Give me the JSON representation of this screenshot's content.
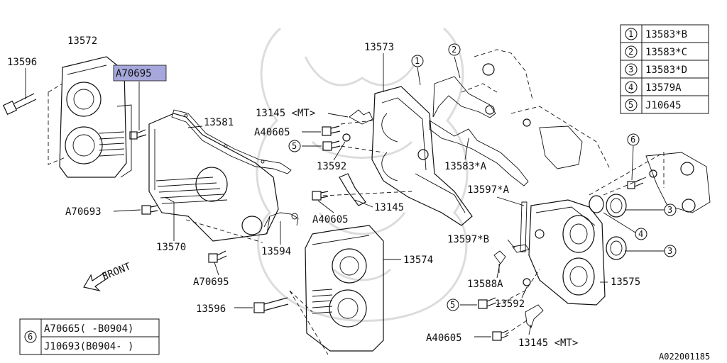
{
  "labels": {
    "p13596a": "13596",
    "p13572": "13572",
    "pA70695a": "A70695",
    "p13581": "13581",
    "p13573": "13573",
    "p13145a": "13145 <MT>",
    "pA40605a": "A40605",
    "p13592a": "13592",
    "p13583A": "13583*A",
    "p13597A": "13597*A",
    "p13145b": "13145",
    "pA40605b": "A40605",
    "pA70693": "A70693",
    "p13570": "13570",
    "p13594": "13594",
    "pA70695b": "A70695",
    "p13574": "13574",
    "p13597B": "13597*B",
    "p13588A": "13588A",
    "p13575": "13575",
    "p13596b": "13596",
    "p13592b": "13592",
    "pA40605c": "A40605",
    "p13145c": "13145 <MT>",
    "front": "FRONT",
    "refcode": "A022001185"
  },
  "callouts": {
    "c1": "1",
    "c2": "2",
    "c3a": "3",
    "c3b": "3",
    "c4": "4",
    "c5a": "5",
    "c5b": "5",
    "c6": "6"
  },
  "legend_top": [
    {
      "num": "1",
      "part": "13583*B"
    },
    {
      "num": "2",
      "part": "13583*C"
    },
    {
      "num": "3",
      "part": "13583*D"
    },
    {
      "num": "4",
      "part": "13579A"
    },
    {
      "num": "5",
      "part": "J10645"
    }
  ],
  "legend_bottom": {
    "num": "6",
    "rows": [
      "A70665( -B0904)",
      "J10693(B0904- )"
    ]
  },
  "colors": {
    "highlight_fill": "#a6a8dc",
    "line": "#111111",
    "watermark": "#dcdcdc"
  }
}
